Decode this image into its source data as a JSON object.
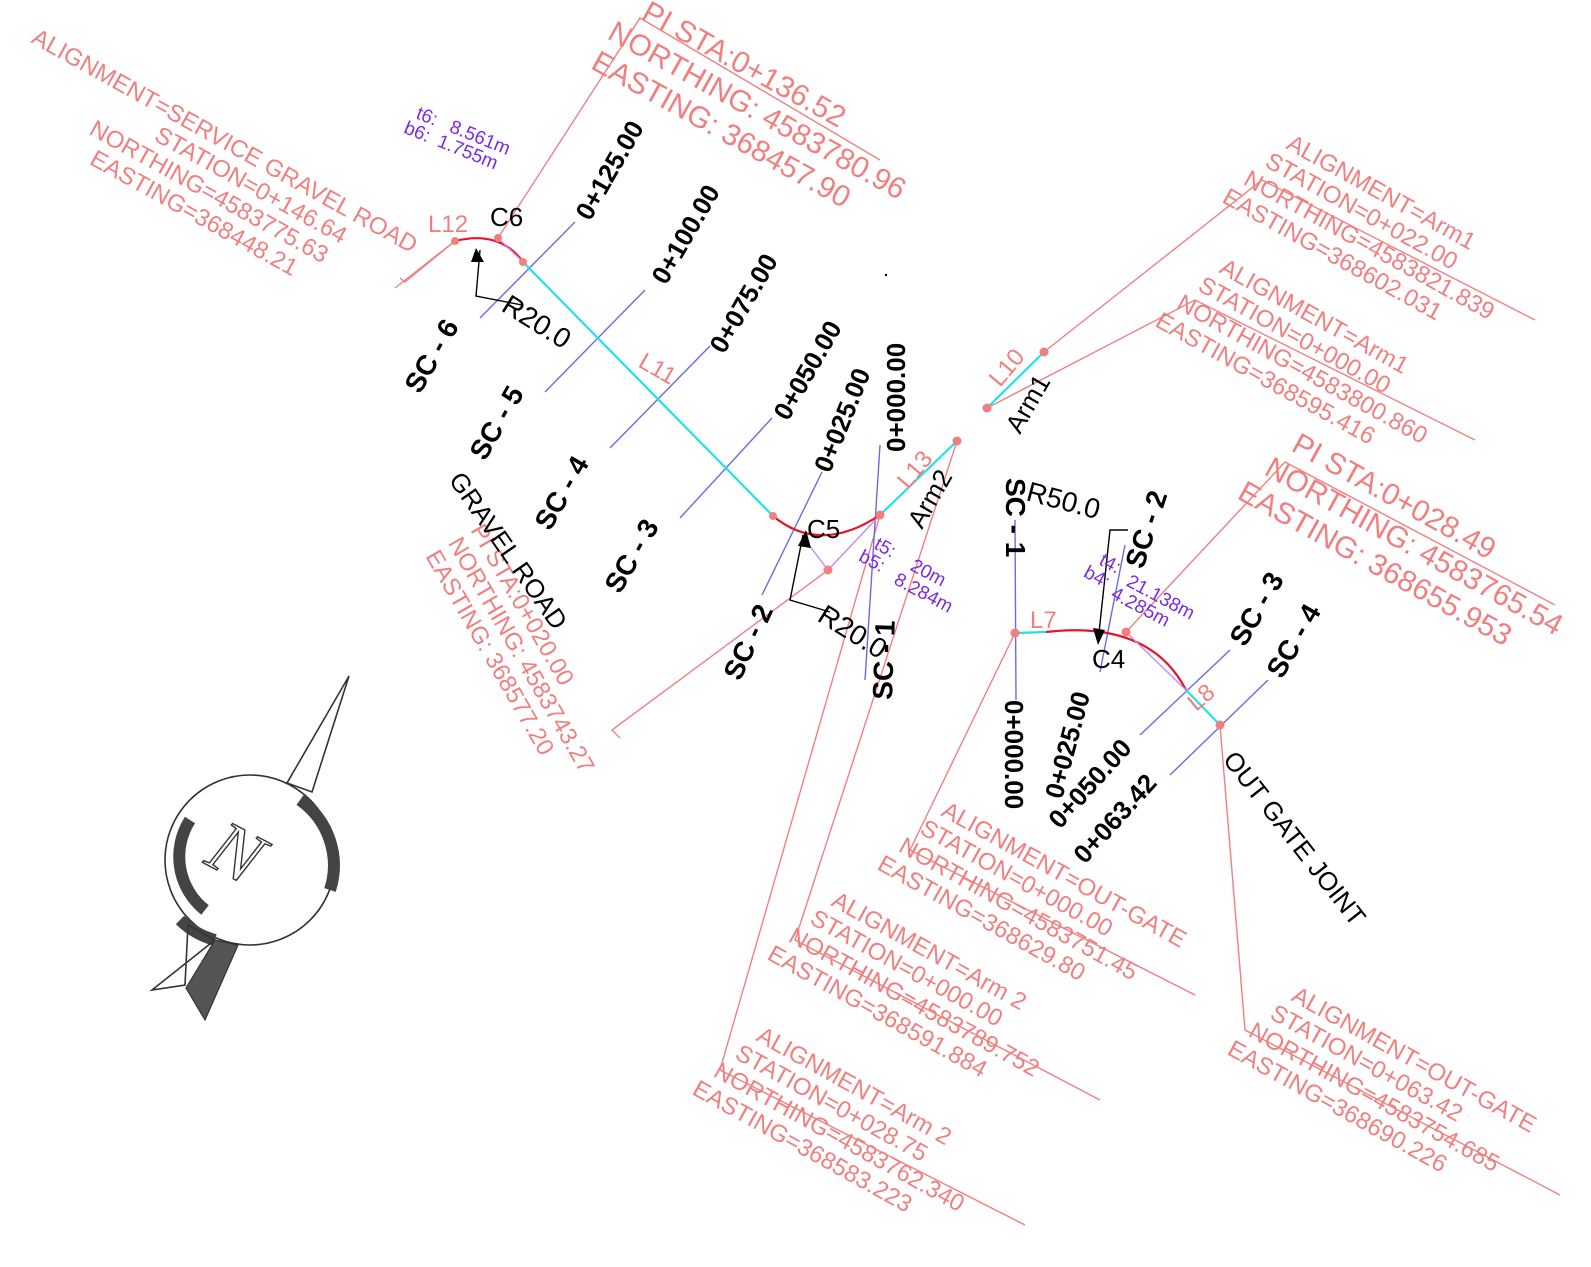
{
  "callouts": {
    "service_gravel": [
      "ALIGNMENT=SERVICE GRAVEL ROAD",
      "STATION=0+146.64",
      "NORTHING=4583775.63",
      "EASTING=368448.21"
    ],
    "pi_top": [
      "PI STA:0+136.52",
      "NORTHING: 4583780.96",
      "EASTING: 368457.90"
    ],
    "arm1_end": [
      "ALIGNMENT=Arm1",
      "STATION=0+022.00",
      "NORTHING=4583821.839",
      "EASTING=368602.031"
    ],
    "arm1_start": [
      "ALIGNMENT=Arm1",
      "STATION=0+000.00",
      "NORTHING=4583800.860",
      "EASTING=368595.416"
    ],
    "pi_right": [
      "PI STA:0+028.49",
      "NORTHING: 4583765.54",
      "EASTING: 368655.953"
    ],
    "pi_gravel": [
      "PI STA:0+020.00",
      "NORTHING: 4583743.27",
      "EASTING: 368577.20"
    ],
    "outgate_start": [
      "ALIGNMENT=OUT-GATE",
      "STATION=0+000.00",
      "NORTHING=4583751.45",
      "EASTING=368629.80"
    ],
    "arm2_start": [
      "ALIGNMENT=Arm 2",
      "STATION=0+000.00",
      "NORTHING=4583789.752",
      "EASTING=368591.884"
    ],
    "arm2_end": [
      "ALIGNMENT=Arm 2",
      "STATION=0+028.75",
      "NORTHING=4583762.340",
      "EASTING=368583.223"
    ],
    "outgate_end": [
      "ALIGNMENT=OUT-GATE",
      "STATION=0+063.42",
      "NORTHING=4583754.685",
      "EASTING=368690.226"
    ]
  },
  "stations": {
    "gravel": [
      "0+125.00",
      "0+100.00",
      "0+075.00",
      "0+050.00",
      "0+025.00",
      "0+000.00"
    ],
    "outgate": [
      "0+000.00",
      "0+025.00",
      "0+050.00",
      "0+063.42"
    ]
  },
  "sections": {
    "gravel": [
      "SC - 6",
      "SC - 5",
      "SC - 4",
      "SC - 3",
      "SC - 2",
      "SC - 1"
    ],
    "outgate": [
      "SC - 1",
      "SC - 2",
      "SC - 3",
      "SC - 4"
    ]
  },
  "names": {
    "gravel_road": "GRAVEL ROAD",
    "arm1": "Arm1",
    "arm2": "Arm2",
    "out_gate_joint": "OUT GATE JOINT"
  },
  "curves": {
    "c6": "C6",
    "c5": "C5",
    "c4": "C4"
  },
  "radii": {
    "r6": "R20.0",
    "r5": "R20.0",
    "r4": "R50.0"
  },
  "segments": {
    "l12": "L12",
    "l11": "L11",
    "l13": "L13",
    "l10": "L10",
    "l7": "L7",
    "l8": "L8"
  },
  "curve_params": {
    "c6": {
      "t_key": "t6:",
      "t_val": "8.561m",
      "b_key": "b6:",
      "b_val": "1.755m"
    },
    "c5": {
      "t_key": "t5:",
      "t_val": "20m",
      "b_key": "b5:",
      "b_val": "8.284m"
    },
    "c4": {
      "t_key": "t4:",
      "t_val": "21.138m",
      "b_key": "b4:",
      "b_val": "4.285m"
    }
  },
  "north_arrow_letter": "N",
  "colors": {
    "annotation": "#f08080",
    "tangent": "#22e0e8",
    "curve": "#e8102a",
    "station_line": "#6a6ae6",
    "curve_param": "#7a2be0"
  }
}
